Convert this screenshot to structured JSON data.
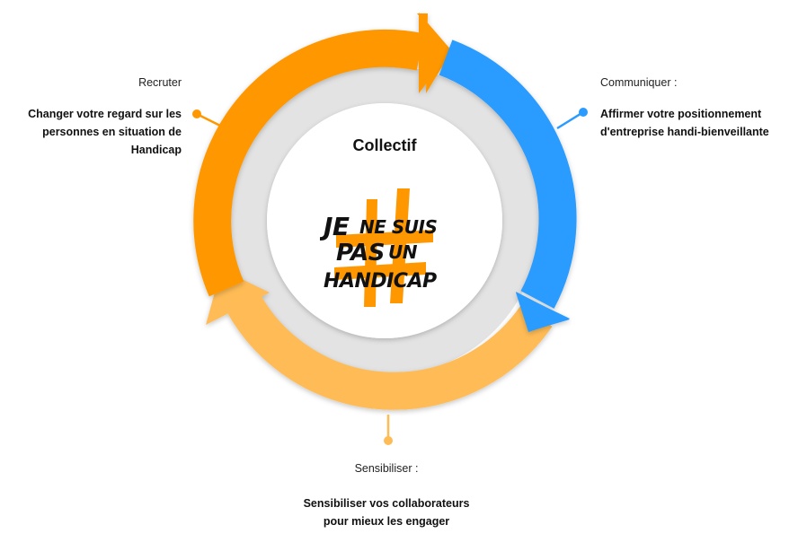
{
  "center": {
    "title": "Collectif",
    "logo": {
      "line1_big": "JE",
      "line1_rest": "NE SUIS",
      "line2_big": "PAS",
      "line2_rest": "UN",
      "line3": "HANDICAP",
      "icon": "hashtag-icon",
      "hashtag_color": "#FF9800"
    }
  },
  "segments": [
    {
      "id": "recruter",
      "title": "Recruter",
      "description_lines": [
        "Changer votre regard sur les",
        "personnes en situation de",
        "Handicap"
      ],
      "color": "#FF9800"
    },
    {
      "id": "communiquer",
      "title": "Communiquer :",
      "description_lines": [
        "Affirmer votre positionnement",
        "d'entreprise handi-bienveillante"
      ],
      "color": "#2B9BFF"
    },
    {
      "id": "sensibiliser",
      "title": "Sensibiliser :",
      "description_lines": [
        "Sensibiliser vos collaborateurs",
        "pour mieux les engager"
      ],
      "color": "#FFBB55"
    }
  ],
  "colors": {
    "inner_ring": "#E3E3E3",
    "center_disc": "#FFFFFF"
  }
}
